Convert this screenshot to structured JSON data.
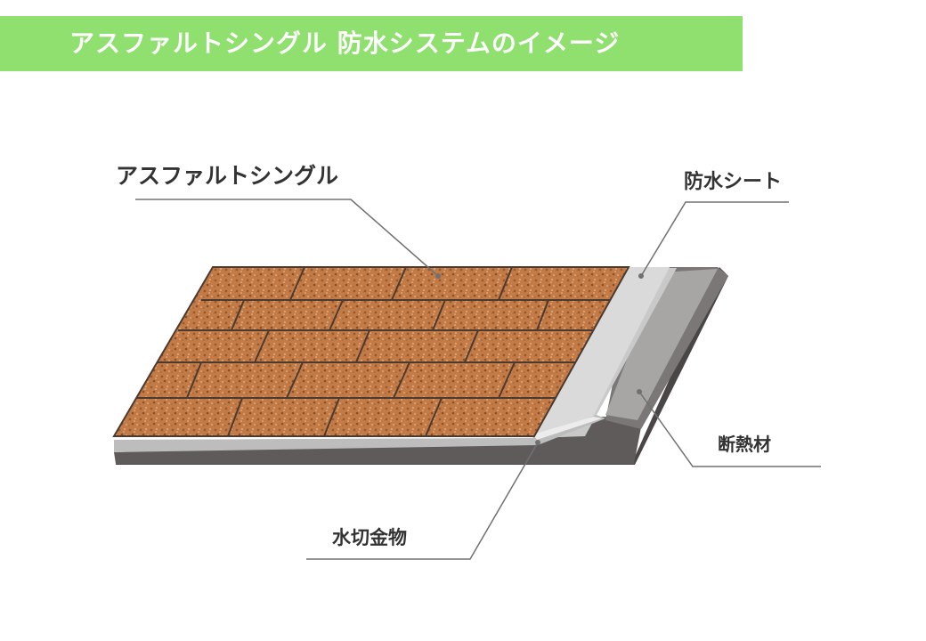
{
  "title": "アスファルトシングル 防水システムのイメージ",
  "labels": {
    "shingle": "アスファルトシングル",
    "sheet": "防水シート",
    "insulation": "断熱材",
    "flashing": "水切金物"
  },
  "colors": {
    "title_bar": "#8fe06e",
    "shingle": "#c07a45",
    "insulation": "#6f6b6b",
    "sheet": "#d6d6d6"
  }
}
